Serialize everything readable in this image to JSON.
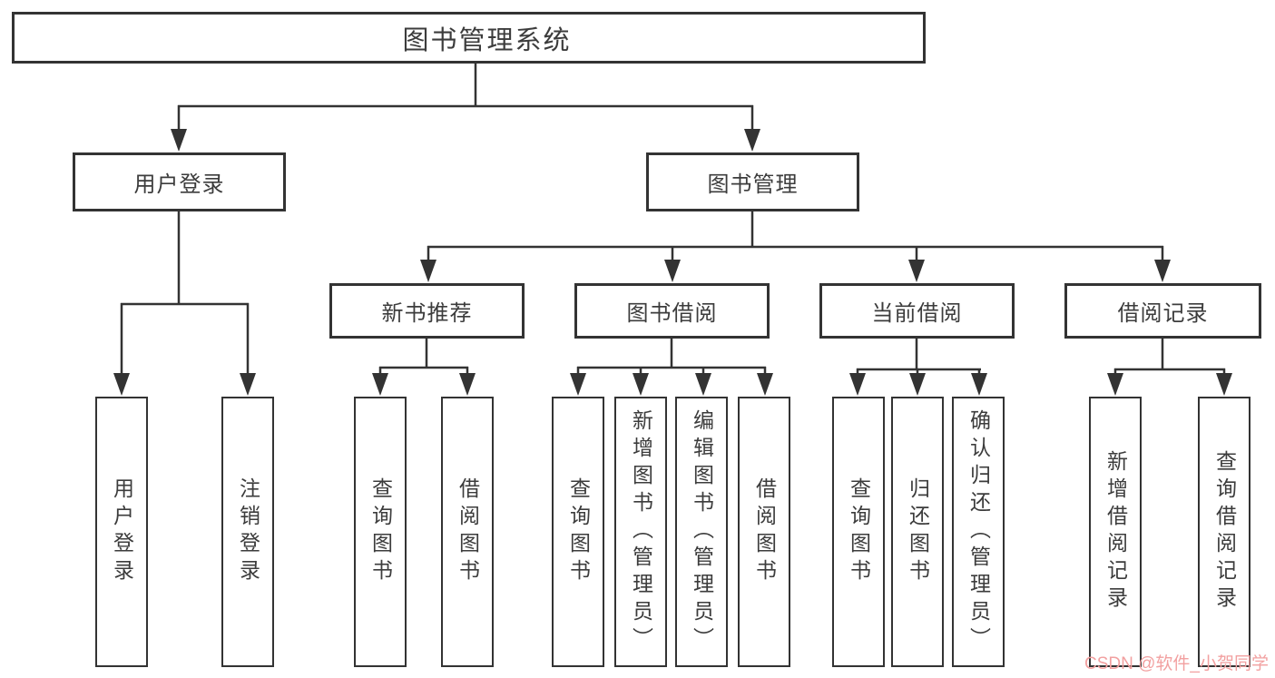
{
  "colors": {
    "line": "#333333",
    "text": "#3c3c3c",
    "box_background": "#ffffff",
    "page_background": "#ffffff",
    "watermark": "#f2a0a0"
  },
  "watermark": {
    "text": "CSDN @软件_小贺同学"
  },
  "tree": {
    "label": "图书管理系统",
    "children": [
      {
        "label": "用户登录",
        "children": [
          {
            "label": "用户登录"
          },
          {
            "label": "注销登录"
          }
        ]
      },
      {
        "label": "图书管理",
        "children": [
          {
            "label": "新书推荐",
            "children": [
              {
                "label": "查询图书"
              },
              {
                "label": "借阅图书"
              }
            ]
          },
          {
            "label": "图书借阅",
            "children": [
              {
                "label": "查询图书"
              },
              {
                "label": "新增图书（管理员）"
              },
              {
                "label": "编辑图书（管理员）"
              },
              {
                "label": "借阅图书"
              }
            ]
          },
          {
            "label": "当前借阅",
            "children": [
              {
                "label": "查询图书"
              },
              {
                "label": "归还图书"
              },
              {
                "label": "确认归还（管理员）"
              }
            ]
          },
          {
            "label": "借阅记录",
            "children": [
              {
                "label": "新增借阅记录"
              },
              {
                "label": "查询借阅记录"
              }
            ]
          }
        ]
      }
    ]
  }
}
